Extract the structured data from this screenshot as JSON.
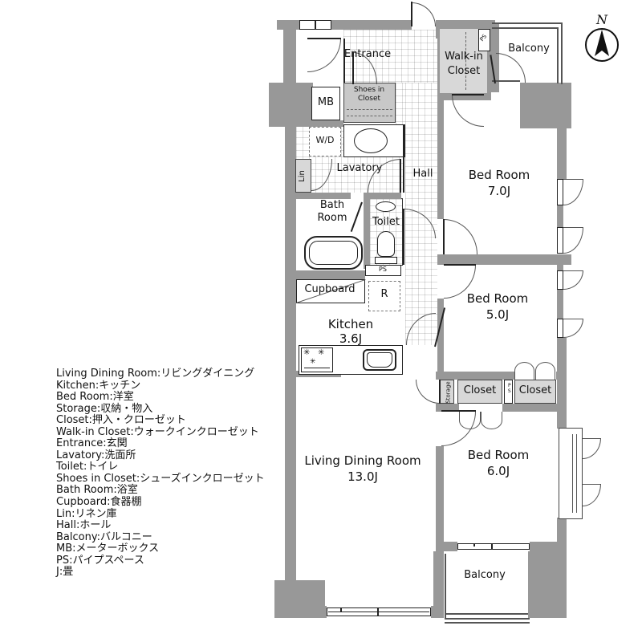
{
  "legend": {
    "lines": [
      "Living Dining Room:リビングダイニング",
      "Kitchen:キッチン",
      "Bed Room:洋室",
      "Storage:収納・物入",
      "Closet:押入・クローゼット",
      "Walk-in Closet:ウォークインクローゼット",
      "Entrance:玄関",
      "Lavatory:洗面所",
      "Toilet:トイレ",
      "Shoes in Closet:シューズインクローゼット",
      "Bath Room:浴室",
      "Cupboard:食器棚",
      "Lin:リネン庫",
      "Hall:ホール",
      "Balcony:バルコニー",
      "MB:メーターボックス",
      "PS:パイプスペース",
      "J:畳"
    ]
  },
  "compass": {
    "label": "N"
  },
  "rooms": {
    "entrance": {
      "label": "Entrance"
    },
    "shoes_in_closet": {
      "line1": "Shoes in",
      "line2": "Closet"
    },
    "mb": {
      "label": "MB"
    },
    "wd": {
      "label": "W/D"
    },
    "lin": {
      "label": "Lin"
    },
    "lavatory": {
      "label": "Lavatory"
    },
    "hall": {
      "label": "Hall"
    },
    "bath": {
      "line1": "Bath",
      "line2": "Room"
    },
    "toilet": {
      "label": "Toilet"
    },
    "ps_toilet": {
      "label": "PS"
    },
    "ps_wic": {
      "label": "PS"
    },
    "ps_closet": {
      "label": "PS"
    },
    "cupboard": {
      "label": "Cupboard"
    },
    "fridge": {
      "label": "R"
    },
    "kitchen": {
      "name": "Kitchen",
      "size": "3.6J"
    },
    "living": {
      "name": "Living Dining Room",
      "size": "13.0J"
    },
    "bedroom7": {
      "name": "Bed Room",
      "size": "7.0J"
    },
    "bedroom5": {
      "name": "Bed Room",
      "size": "5.0J"
    },
    "bedroom6": {
      "name": "Bed Room",
      "size": "6.0J"
    },
    "wic": {
      "line1": "Walk-in",
      "line2": "Closet"
    },
    "storage": {
      "label": "Storage"
    },
    "closet_a": {
      "label": "Closet"
    },
    "closet_b": {
      "label": "Closet"
    },
    "balcony_top": {
      "label": "Balcony"
    },
    "balcony_bottom": {
      "label": "Balcony"
    }
  },
  "icons": {
    "burner_glyph": "✳"
  },
  "colors": {
    "wall": "#989898",
    "closet_fill": "#d8d8d8",
    "line": "#555555",
    "text": "#111111"
  }
}
